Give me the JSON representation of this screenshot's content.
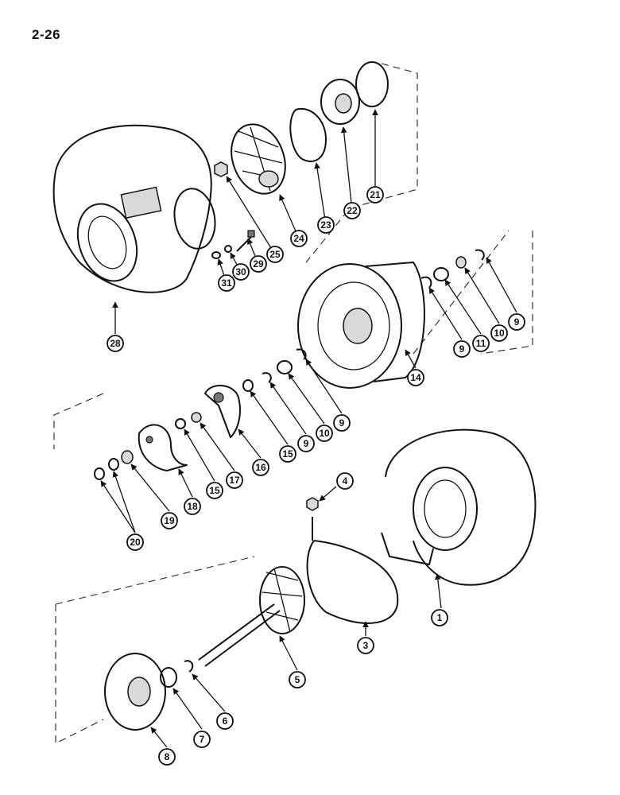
{
  "page": {
    "number": "2-26"
  },
  "callouts": [
    "1",
    "3",
    "4",
    "5",
    "6",
    "7",
    "8",
    "9",
    "9",
    "9",
    "9",
    "10",
    "10",
    "11",
    "14",
    "15",
    "15",
    "16",
    "17",
    "18",
    "19",
    "20",
    "21",
    "22",
    "23",
    "24",
    "25",
    "28",
    "29",
    "30",
    "31"
  ]
}
